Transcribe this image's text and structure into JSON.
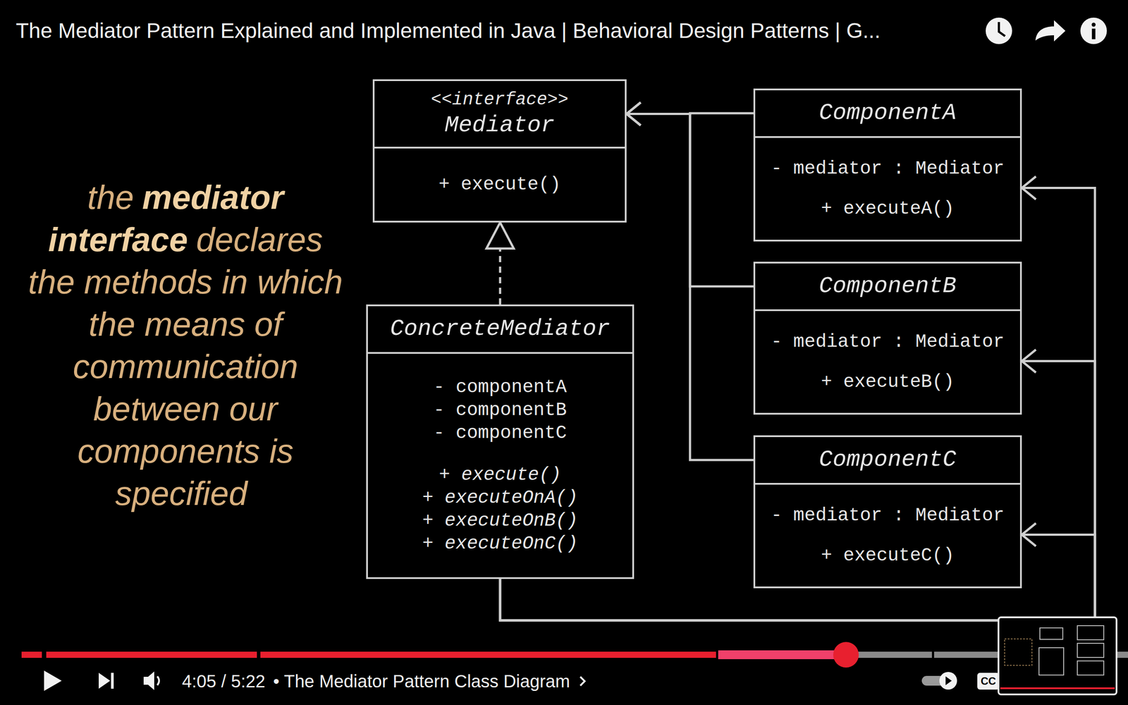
{
  "diagram": {
    "nodes": [
      {
        "text": [
          "<<interface>>",
          "Mediator",
          "+ execute()"
        ]
      },
      {
        "text": [
          "ConcreteMediator",
          "- componentA",
          "- componentB",
          "- componentC",
          "+ execute()",
          "+ executeOnA()",
          "+ executeOnB()",
          "+ executeOnC()"
        ]
      },
      {
        "text": [
          "ComponentA",
          "- mediator : Mediator",
          "+ executeA()"
        ]
      },
      {
        "text": [
          "ComponentB",
          "- mediator : Mediator",
          "+ executeB()"
        ]
      },
      {
        "text": [
          "ComponentC",
          "- mediator : Mediator",
          "+ executeC()"
        ]
      }
    ],
    "edges": [
      {
        "from": 1,
        "to": 0,
        "arrow": "to"
      },
      {
        "from": 2,
        "to": 0,
        "arrow": "to"
      },
      {
        "from": 3,
        "to": 0,
        "arrow": "to"
      },
      {
        "from": 4,
        "to": 0,
        "arrow": "to"
      },
      {
        "from": 1,
        "to": 2,
        "arrow": "to"
      },
      {
        "from": 1,
        "to": 3,
        "arrow": "to"
      },
      {
        "from": 1,
        "to": 4,
        "arrow": "to"
      }
    ],
    "labels": [
      "The Mediator Pattern Explained and Implemented in Java | Behavioral Design Patterns | G...",
      "the",
      "mediator interface",
      "declares the methods in which the means of communication between our components is specified",
      "4:05 / 5:22",
      "• The Mediator Pattern Class Diagram",
      "CC"
    ]
  }
}
